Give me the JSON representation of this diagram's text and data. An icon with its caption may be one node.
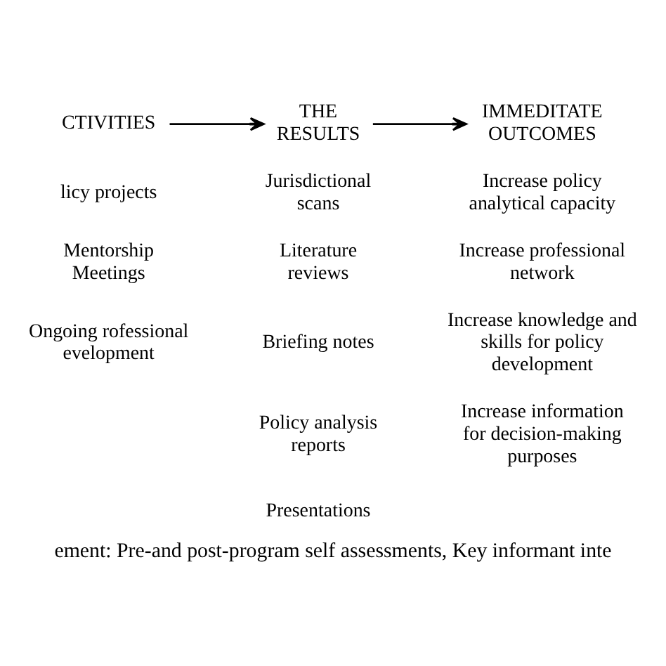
{
  "diagram": {
    "caption": "ement: Pre-and post-program self assessments, Key informant inte",
    "nodes": [
      {
        "text": [
          "CTIVITIES"
        ]
      },
      {
        "text": [
          "THE RESULTS"
        ]
      },
      {
        "text": [
          "IMMEDITATE OUTCOMES"
        ]
      }
    ],
    "edges": [
      {
        "from": 0,
        "to": 1,
        "arrow": "to"
      },
      {
        "from": 1,
        "to": 2,
        "arrow": "to"
      }
    ],
    "labels": [
      "licy projects",
      "Mentorship Meetings",
      "Ongoing rofessional evelopment",
      "Jurisdictional scans",
      "Literature reviews",
      "Briefing notes",
      "Policy analysis reports",
      "Presentations",
      "Increase policy analytical capacity",
      "Increase professional network",
      "Increase knowledge and skills for policy development",
      "Increase information for decision-making purposes"
    ]
  }
}
